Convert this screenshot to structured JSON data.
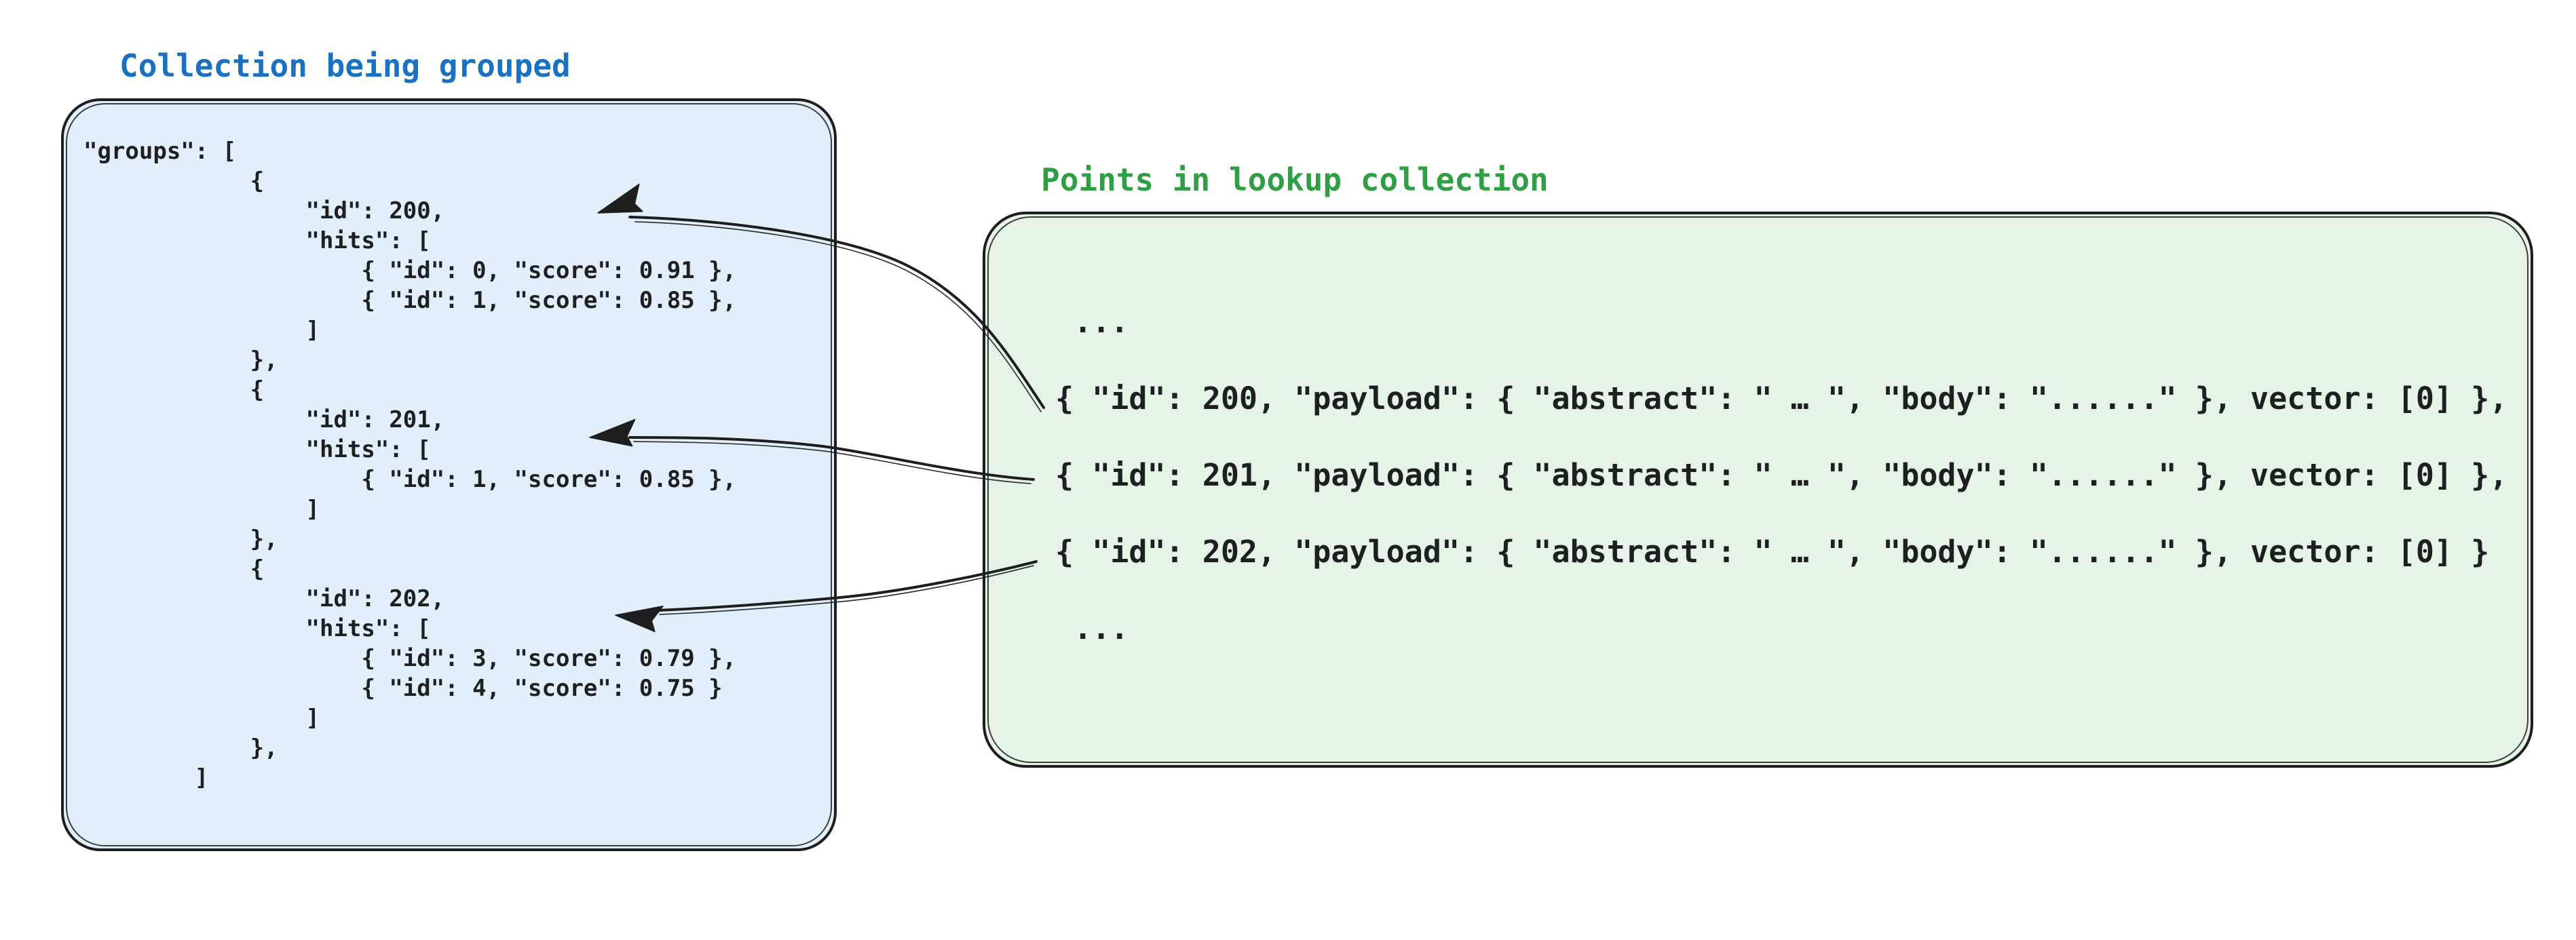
{
  "diagram": {
    "left_panel": {
      "title": "Collection being grouped",
      "code": "\"groups\": [\n            {\n                \"id\": 200,\n                \"hits\": [\n                    { \"id\": 0, \"score\": 0.91 },\n                    { \"id\": 1, \"score\": 0.85 },\n                ]\n            },\n            {\n                \"id\": 201,\n                \"hits\": [\n                    { \"id\": 1, \"score\": 0.85 },\n                ]\n            },\n            {\n                \"id\": 202,\n                \"hits\": [\n                    { \"id\": 3, \"score\": 0.79 },\n                    { \"id\": 4, \"score\": 0.75 }\n                ]\n            },\n        ]"
    },
    "right_panel": {
      "title": "Points in lookup collection",
      "code": " ...\n\n{ \"id\": 200, \"payload\": { \"abstract\": \" … \", \"body\": \"......\" }, vector: [0] },\n\n{ \"id\": 201, \"payload\": { \"abstract\": \" … \", \"body\": \"......\" }, vector: [0] },\n\n{ \"id\": 202, \"payload\": { \"abstract\": \" … \", \"body\": \"......\" }, vector: [0] }\n\n ..."
    },
    "arrows": [
      {
        "from": "point-id-200",
        "to": "group-id-200"
      },
      {
        "from": "point-id-201",
        "to": "group-id-201"
      },
      {
        "from": "point-id-202",
        "to": "group-id-202"
      }
    ]
  },
  "colors": {
    "ink": "#1e1e1e",
    "left_fill": "#e2effa",
    "right_fill": "#e6f4e8",
    "left_title": "#1971c2",
    "right_title": "#2f9e44",
    "code_ink": "#1d1f21",
    "bg": "#ffffff"
  }
}
